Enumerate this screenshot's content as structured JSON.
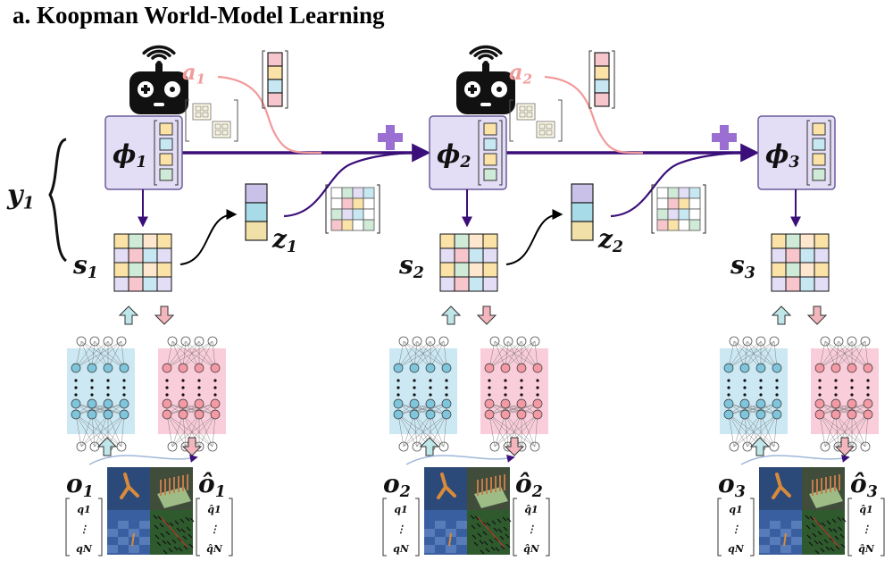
{
  "title": "a. Koopman World-Model Learning",
  "labels": {
    "y_group": "y1",
    "steps": [
      {
        "phi": "ϕ1",
        "s": "s1",
        "z": "z1",
        "a": "a1",
        "o": "o1",
        "o_hat": "ô1"
      },
      {
        "phi": "ϕ2",
        "s": "s2",
        "z": "z2",
        "a": "a2",
        "o": "o2",
        "o_hat": "ô2"
      },
      {
        "phi": "ϕ3",
        "s": "s3",
        "z": "",
        "a": "",
        "o": "o3",
        "o_hat": "ô3"
      }
    ],
    "q_vector": [
      "q1",
      "⋮",
      "qN"
    ],
    "q_hat_vector": [
      "q̂1",
      "⋮",
      "q̂N"
    ],
    "plus_symbol": "+"
  },
  "colors": {
    "arrow": "#3b0f7a",
    "action": "#f29a9a",
    "phi_fill": "#e3ddf5",
    "phi_stroke": "#6c5c9a",
    "plus": "#9a6fd1",
    "encoder_fill": "#c7e6f2",
    "decoder_fill": "#f8c9d6",
    "up_arrow": "#bfe6e8",
    "down_arrow": "#f3b6bd",
    "grid_colors": [
      "#f7c6cc",
      "#fbe3a8",
      "#c7e8f3",
      "#cfead7",
      "#e3ddf5",
      "#fde7cf"
    ],
    "z_colors": [
      "#c9c1e8",
      "#a8dbe8",
      "#f1e0a8"
    ],
    "a_colors": [
      "#f7c6cc",
      "#fbe3a8",
      "#c7e8f3",
      "#f7c6cc"
    ]
  },
  "icons": [
    "gamepad-icon",
    "wifi-icon",
    "neural-network-icon",
    "robot-sim-image"
  ]
}
